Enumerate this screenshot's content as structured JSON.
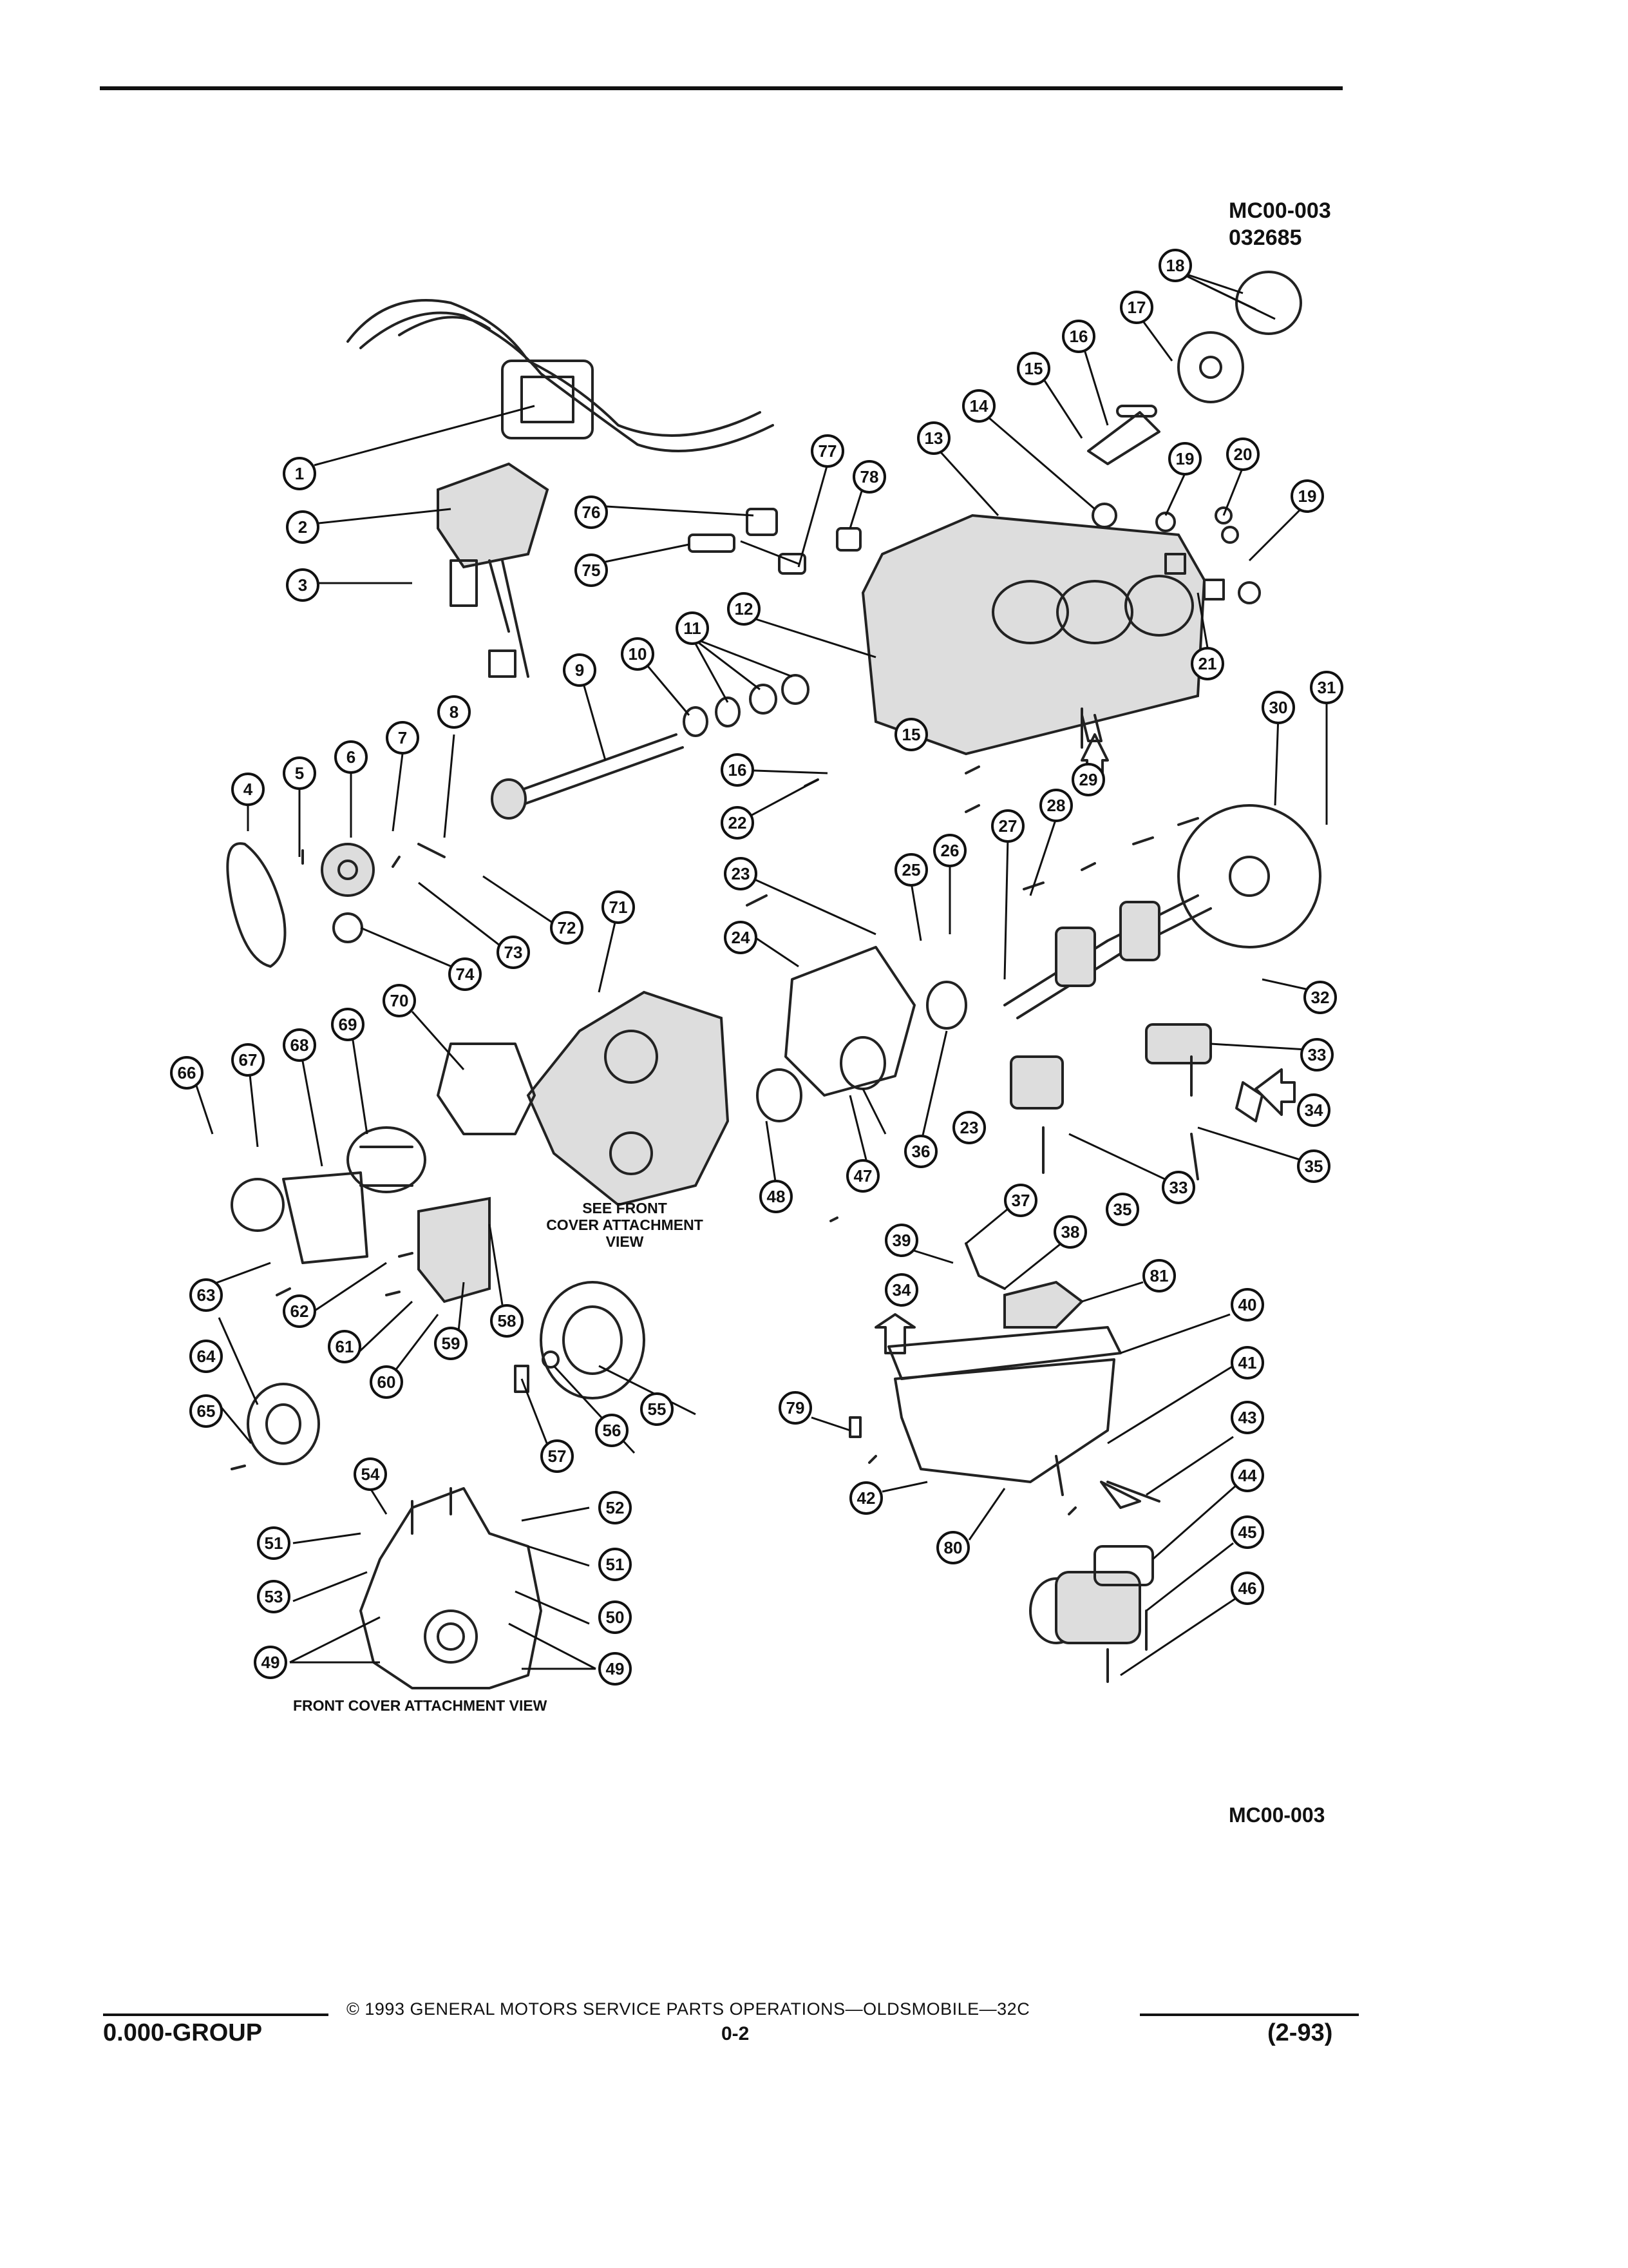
{
  "header": {
    "drawing_code": "MC00-003",
    "drawing_date": "032685"
  },
  "footer": {
    "group": "0.000-GROUP",
    "copyright": "© 1993 GENERAL MOTORS SERVICE PARTS OPERATIONS—OLDSMOBILE—32C",
    "page_number": "0-2",
    "revision": "(2-93)"
  },
  "diagram": {
    "captions": {
      "front_cover_note": [
        "SEE FRONT",
        "COVER ATTACHMENT",
        "VIEW"
      ],
      "inset_title": "FRONT COVER ATTACHMENT VIEW",
      "bottom_code": "MC00-003"
    },
    "callouts": [
      {
        "id": "c1",
        "label": "1"
      },
      {
        "id": "c2",
        "label": "2"
      },
      {
        "id": "c3",
        "label": "3"
      },
      {
        "id": "c4",
        "label": "4"
      },
      {
        "id": "c5",
        "label": "5"
      },
      {
        "id": "c6",
        "label": "6"
      },
      {
        "id": "c7",
        "label": "7"
      },
      {
        "id": "c8",
        "label": "8"
      },
      {
        "id": "c9",
        "label": "9"
      },
      {
        "id": "c10",
        "label": "10"
      },
      {
        "id": "c11",
        "label": "11"
      },
      {
        "id": "c12",
        "label": "12"
      },
      {
        "id": "c13",
        "label": "13"
      },
      {
        "id": "c14",
        "label": "14"
      },
      {
        "id": "c15a",
        "label": "15"
      },
      {
        "id": "c15b",
        "label": "15"
      },
      {
        "id": "c16a",
        "label": "16"
      },
      {
        "id": "c16b",
        "label": "16"
      },
      {
        "id": "c17",
        "label": "17"
      },
      {
        "id": "c18",
        "label": "18"
      },
      {
        "id": "c19a",
        "label": "19"
      },
      {
        "id": "c19b",
        "label": "19"
      },
      {
        "id": "c20",
        "label": "20"
      },
      {
        "id": "c21",
        "label": "21"
      },
      {
        "id": "c22",
        "label": "22"
      },
      {
        "id": "c23a",
        "label": "23"
      },
      {
        "id": "c23b",
        "label": "23"
      },
      {
        "id": "c24",
        "label": "24"
      },
      {
        "id": "c25",
        "label": "25"
      },
      {
        "id": "c26",
        "label": "26"
      },
      {
        "id": "c27",
        "label": "27"
      },
      {
        "id": "c28",
        "label": "28"
      },
      {
        "id": "c29",
        "label": "29"
      },
      {
        "id": "c30",
        "label": "30"
      },
      {
        "id": "c31",
        "label": "31"
      },
      {
        "id": "c32",
        "label": "32"
      },
      {
        "id": "c33a",
        "label": "33"
      },
      {
        "id": "c33b",
        "label": "33"
      },
      {
        "id": "c34a",
        "label": "34"
      },
      {
        "id": "c34b",
        "label": "34"
      },
      {
        "id": "c35a",
        "label": "35"
      },
      {
        "id": "c35b",
        "label": "35"
      },
      {
        "id": "c36",
        "label": "36"
      },
      {
        "id": "c37",
        "label": "37"
      },
      {
        "id": "c38",
        "label": "38"
      },
      {
        "id": "c39",
        "label": "39"
      },
      {
        "id": "c40",
        "label": "40"
      },
      {
        "id": "c41",
        "label": "41"
      },
      {
        "id": "c42",
        "label": "42"
      },
      {
        "id": "c43",
        "label": "43"
      },
      {
        "id": "c44",
        "label": "44"
      },
      {
        "id": "c45",
        "label": "45"
      },
      {
        "id": "c46",
        "label": "46"
      },
      {
        "id": "c47",
        "label": "47"
      },
      {
        "id": "c48",
        "label": "48"
      },
      {
        "id": "c49a",
        "label": "49"
      },
      {
        "id": "c49b",
        "label": "49"
      },
      {
        "id": "c50",
        "label": "50"
      },
      {
        "id": "c51a",
        "label": "51"
      },
      {
        "id": "c51b",
        "label": "51"
      },
      {
        "id": "c52",
        "label": "52"
      },
      {
        "id": "c53",
        "label": "53"
      },
      {
        "id": "c54",
        "label": "54"
      },
      {
        "id": "c55",
        "label": "55"
      },
      {
        "id": "c56",
        "label": "56"
      },
      {
        "id": "c57",
        "label": "57"
      },
      {
        "id": "c58",
        "label": "58"
      },
      {
        "id": "c59",
        "label": "59"
      },
      {
        "id": "c60",
        "label": "60"
      },
      {
        "id": "c61",
        "label": "61"
      },
      {
        "id": "c62",
        "label": "62"
      },
      {
        "id": "c63",
        "label": "63"
      },
      {
        "id": "c64",
        "label": "64"
      },
      {
        "id": "c65",
        "label": "65"
      },
      {
        "id": "c66",
        "label": "66"
      },
      {
        "id": "c67",
        "label": "67"
      },
      {
        "id": "c68",
        "label": "68"
      },
      {
        "id": "c69",
        "label": "69"
      },
      {
        "id": "c70",
        "label": "70"
      },
      {
        "id": "c71",
        "label": "71"
      },
      {
        "id": "c72",
        "label": "72"
      },
      {
        "id": "c73",
        "label": "73"
      },
      {
        "id": "c74",
        "label": "74"
      },
      {
        "id": "c75",
        "label": "75"
      },
      {
        "id": "c76",
        "label": "76"
      },
      {
        "id": "c77",
        "label": "77"
      },
      {
        "id": "c78",
        "label": "78"
      },
      {
        "id": "c79",
        "label": "79"
      },
      {
        "id": "c80",
        "label": "80"
      },
      {
        "id": "c81",
        "label": "81"
      }
    ]
  }
}
